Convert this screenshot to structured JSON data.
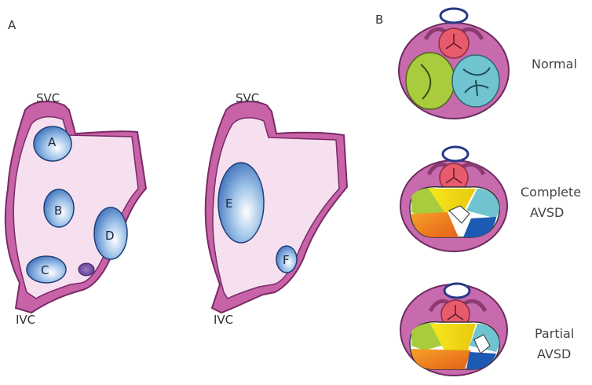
{
  "panels": {
    "a": "A",
    "b": "B"
  },
  "atrium_left": {
    "svc": "SVC",
    "ivc": "IVC"
  },
  "atrium_right": {
    "svc": "SVC",
    "ivc": "IVC"
  },
  "defects": {
    "a": "A",
    "b": "B",
    "c": "C",
    "d": "D",
    "e": "E",
    "f": "F"
  },
  "valves": {
    "normal": "Normal",
    "complete_1": "Complete",
    "complete_2": "AVSD",
    "partial_1": "Partial",
    "partial_2": "AVSD"
  },
  "colors": {
    "atrial_wall": "#c863a8",
    "atrial_fill": "#f6e0ef",
    "defect_blue": "#3d74c2",
    "valve_ring": "#c86aae",
    "left_leaflet": "#a8cc3e",
    "right_leaflet": "#6fc4cf",
    "bridging_yellow": "#f2e319",
    "bridging_orange": "#ee7c1b",
    "bridging_blue": "#1d5ab3",
    "aorta_red": "#e85b6c"
  }
}
